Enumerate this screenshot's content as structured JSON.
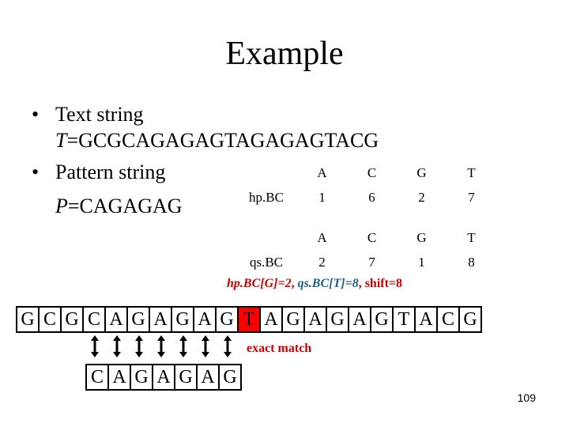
{
  "title": "Example",
  "bullets": [
    {
      "marker": "•",
      "label": "Text string",
      "var": "T",
      "value": "=GCGCAGAGAGTAGAGAGTACG"
    },
    {
      "marker": "•",
      "label": "Pattern string",
      "var": "P",
      "value": "=CAGAGAG"
    }
  ],
  "hp_table": {
    "label": "hp.BC",
    "headers": [
      "A",
      "C",
      "G",
      "T"
    ],
    "values": [
      "1",
      "6",
      "2",
      "7"
    ]
  },
  "qs_table": {
    "label": "qs.BC",
    "headers": [
      "A",
      "C",
      "G",
      "T"
    ],
    "values": [
      "2",
      "7",
      "1",
      "8"
    ]
  },
  "shift_line": {
    "part1": "hp.BC[G]=2",
    "sep": ", ",
    "part2": "qs.BC[T]=8",
    "part3": ", shift=8"
  },
  "text_chars": [
    "G",
    "C",
    "G",
    "C",
    "A",
    "G",
    "A",
    "G",
    "A",
    "G",
    "T",
    "A",
    "G",
    "A",
    "G",
    "A",
    "G",
    "T",
    "A",
    "C",
    "G"
  ],
  "highlight_index": 10,
  "highlight_color": "#ff0000",
  "pattern_chars": [
    "C",
    "A",
    "G",
    "A",
    "G",
    "A",
    "G"
  ],
  "exact_match_label": "exact match",
  "page_number": "109"
}
